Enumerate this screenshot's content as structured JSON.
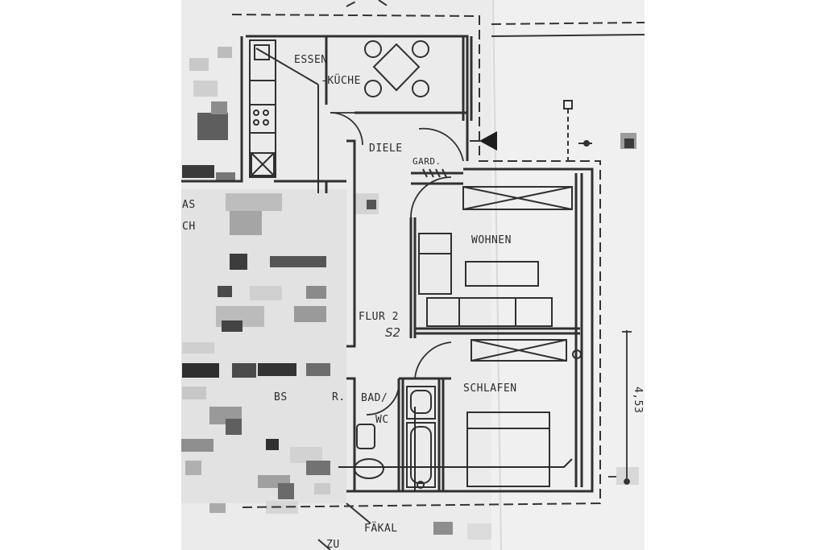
{
  "plan": {
    "rooms": [
      {
        "id": "essen",
        "label": "ESSEN"
      },
      {
        "id": "kueche",
        "label": "-KÜCHE"
      },
      {
        "id": "diele",
        "label": "DIELE"
      },
      {
        "id": "gard",
        "label": "GARD."
      },
      {
        "id": "wohnen",
        "label": "WOHNEN"
      },
      {
        "id": "flur",
        "label": "FLUR 2"
      },
      {
        "id": "s2",
        "label": "S2"
      },
      {
        "id": "schlafen",
        "label": "SCHLAFEN"
      },
      {
        "id": "bad",
        "label": "BAD/"
      },
      {
        "id": "wc",
        "label": "WC"
      }
    ],
    "dimension": "4,53",
    "partial_labels": {
      "left_as": "AS",
      "left_ch": "CH",
      "left_bs": "BS",
      "left_r": "R.",
      "bottom_faek": "FÄKAL",
      "bottom_zu": "ZU"
    },
    "colors": {
      "paper": "#ececec",
      "ink": "#303030",
      "background": "#ffffff"
    }
  }
}
